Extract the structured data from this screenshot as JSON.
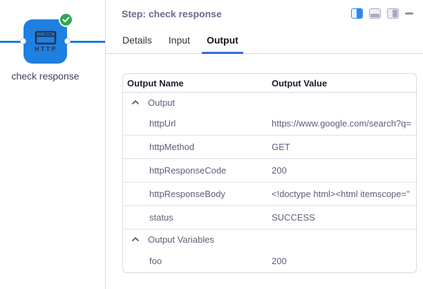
{
  "canvas": {
    "node": {
      "label": "check response",
      "type_label": "HTTP",
      "status": "success"
    }
  },
  "panel": {
    "title": "Step: check response",
    "controls": [
      "dock-left-icon",
      "dock-bottom-icon",
      "dock-right-icon",
      "minimize-icon"
    ],
    "tabs": [
      {
        "label": "Details",
        "active": false
      },
      {
        "label": "Input",
        "active": false
      },
      {
        "label": "Output",
        "active": true
      }
    ],
    "table": {
      "columns": [
        "Output Name",
        "Output Value"
      ],
      "groups": [
        {
          "label": "Output",
          "collapsed": false,
          "rows": [
            {
              "name": "httpUrl",
              "value": "https://www.google.com/search?q="
            },
            {
              "name": "httpMethod",
              "value": "GET"
            },
            {
              "name": "httpResponseCode",
              "value": "200"
            },
            {
              "name": "httpResponseBody",
              "value": "<!doctype html><html itemscope=\""
            },
            {
              "name": "status",
              "value": "SUCCESS"
            }
          ]
        },
        {
          "label": "Output Variables",
          "collapsed": false,
          "rows": [
            {
              "name": "foo",
              "value": "200"
            }
          ]
        }
      ]
    }
  },
  "colors": {
    "node_blue": "#1e80e1",
    "edge_blue": "#1b7ce2",
    "tab_active_blue": "#3069e0",
    "success_green": "#2fa852",
    "panel_border": "#d6d9e2",
    "text_muted": "#5a5f78"
  }
}
